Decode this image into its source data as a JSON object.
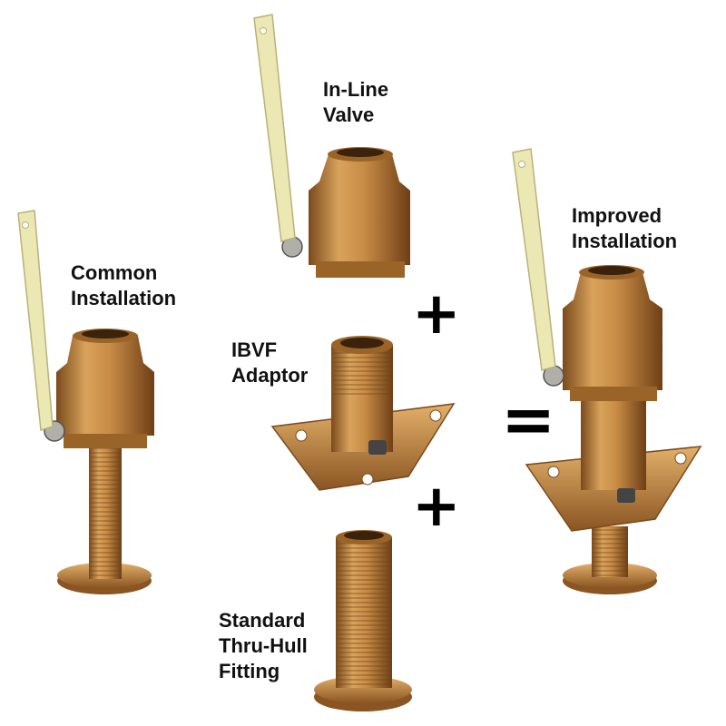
{
  "labels": {
    "common": [
      "Common",
      "Installation"
    ],
    "inline_valve": [
      "In-Line",
      "Valve"
    ],
    "adaptor": [
      "IBVF",
      "Adaptor"
    ],
    "thru_hull": [
      "Standard",
      "Thru-Hull",
      "Fitting"
    ],
    "improved": [
      "Improved",
      "Installation"
    ]
  },
  "operators": {
    "plus": "+",
    "equals": "="
  },
  "colors": {
    "bronze_light": "#d9a35c",
    "bronze_mid": "#b97a35",
    "bronze_dark": "#7a4a1c",
    "handle": "#ece8b4",
    "handle_edge": "#b8b27a",
    "text": "#111111"
  }
}
